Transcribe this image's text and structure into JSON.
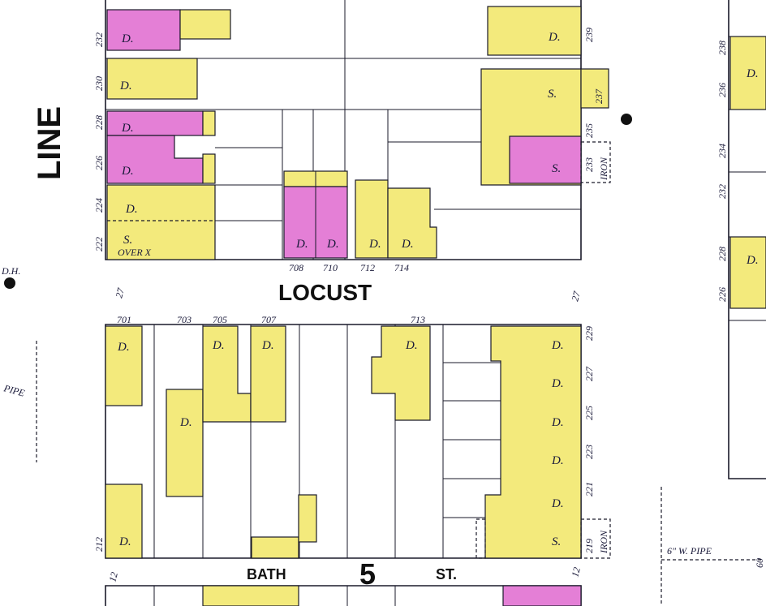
{
  "map": {
    "sheet_number": "5",
    "streets": {
      "locust": "LOCUST",
      "bath_a": "BATH",
      "bath_b": "ST.",
      "line": "LINE"
    },
    "street_widths": {
      "locust_left": "27",
      "locust_right": "27",
      "bath_left": "12",
      "bath_right": "12"
    },
    "hydrant_label": "D.H.",
    "pipe_labels": {
      "water_pipe": "6\" W. PIPE",
      "pipe_left": "PIPE",
      "sixty": "60"
    },
    "north_block_numbers": [
      "232",
      "230",
      "228",
      "226",
      "224",
      "222"
    ],
    "north_block_right_numbers": [
      "239",
      "237",
      "235",
      "233"
    ],
    "far_right_numbers": [
      "238",
      "236",
      "234",
      "232",
      "228",
      "226"
    ],
    "locust_north_numbers": [
      "708",
      "710",
      "712",
      "714"
    ],
    "locust_south_numbers": [
      "701",
      "703",
      "705",
      "707",
      "713"
    ],
    "south_block_right_numbers": [
      "229",
      "227",
      "225",
      "223",
      "221",
      "219"
    ],
    "south_block_left_number": "212",
    "building_code_dwelling": "D.",
    "building_code_store": "S.",
    "notes": {
      "over_x": "OVER X",
      "iron": "IRON"
    }
  },
  "colors": {
    "brick": "#e47fd6",
    "frame": "#f3ea7c",
    "ink": "#1a1a2a"
  }
}
